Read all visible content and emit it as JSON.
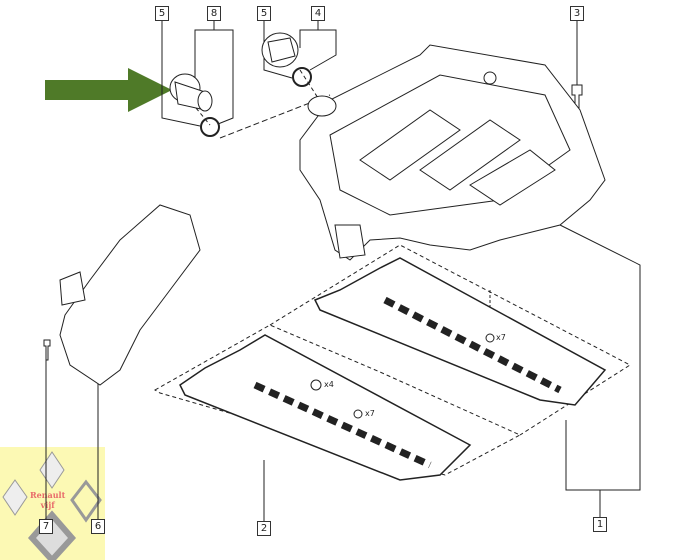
{
  "callouts": {
    "oil_filler_neck": "8",
    "seal_a": "5",
    "seal_b": "5",
    "filler_cap": "4",
    "bolt": "3",
    "cover_gasket_set_rear": "1",
    "cover_gasket_set_front": "2",
    "timing_cover": "6",
    "timing_cover_bolt": "7"
  },
  "quantities": {
    "rear_seals": "x7",
    "front_seals_large": "x4",
    "front_seals_small": "x7"
  },
  "logo": {
    "line1": "Renault",
    "line2": "vijf"
  },
  "colors": {
    "arrow": "#4f7a28",
    "logo_bg": "#fcf9b4",
    "line": "#222222"
  }
}
